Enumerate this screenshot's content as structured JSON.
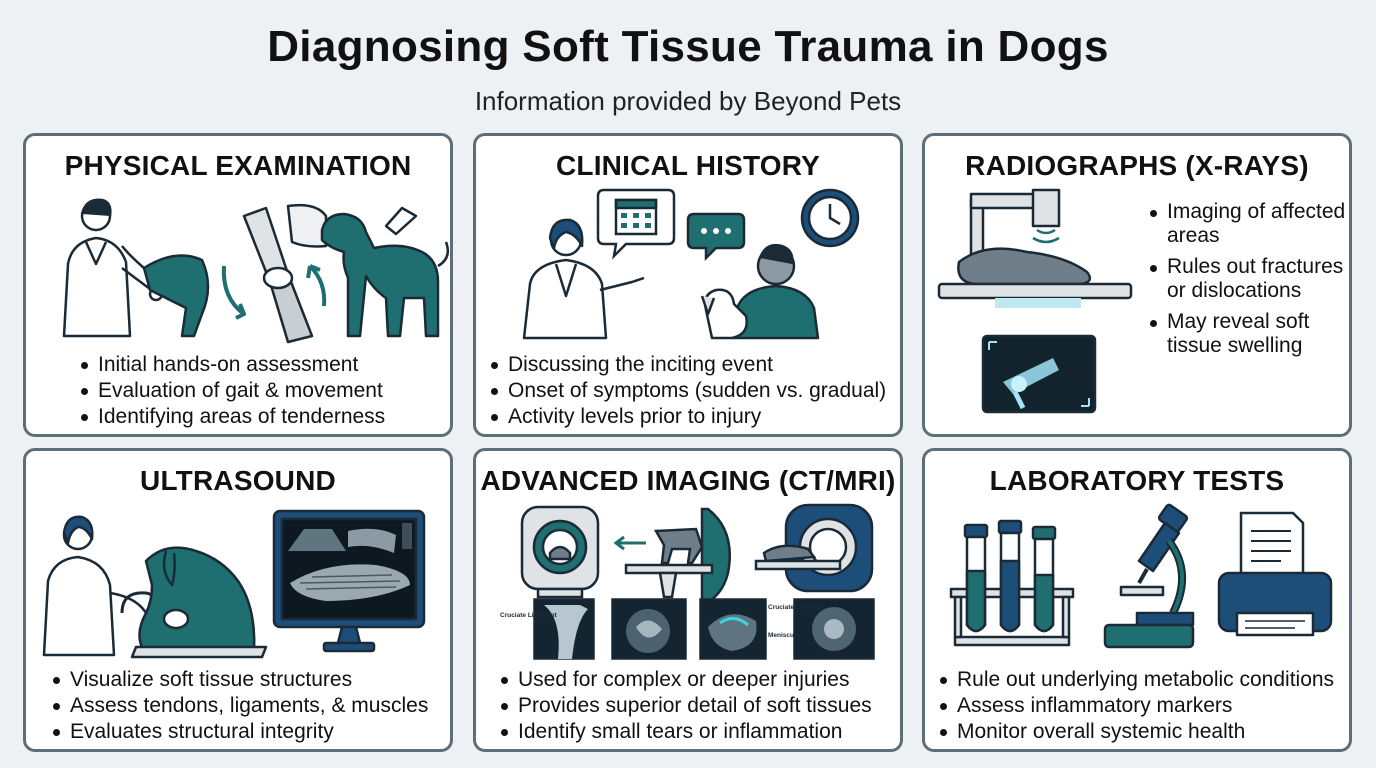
{
  "header": {
    "title": "Diagnosing Soft Tissue Trauma in Dogs",
    "subtitle": "Information provided by Beyond Pets"
  },
  "colors": {
    "teal": "#1f6e70",
    "navy": "#1d4e7a",
    "outline": "#1a2a36",
    "border": "#5e6e78",
    "background": "#eef1f3"
  },
  "panels": {
    "physical": {
      "title": "PHYSICAL EXAMINATION",
      "icons": [
        "veterinarian-icon",
        "knee-joint-icon",
        "dog-icon"
      ],
      "bullets": [
        "Initial hands-on assessment",
        "Evaluation of gait & movement",
        "Identifying areas of tenderness"
      ]
    },
    "history": {
      "title": "CLINICAL HISTORY",
      "icons": [
        "veterinarian-icon",
        "calendar-icon",
        "chat-bubble-icon",
        "clock-icon",
        "owner-with-puppy-icon"
      ],
      "bullets": [
        "Discussing the inciting event",
        "Onset of symptoms (sudden vs. gradual)",
        "Activity levels prior to injury"
      ]
    },
    "radiographs": {
      "title": "RADIOGRAPHS (X-RAYS)",
      "icons": [
        "xray-machine-icon",
        "monitor-icon"
      ],
      "bullets": [
        "Imaging of affected areas",
        "Rules out fractures or dislocations",
        "May reveal soft tissue swelling"
      ]
    },
    "ultrasound": {
      "title": "ULTRASOUND",
      "icons": [
        "veterinarian-icon",
        "dog-icon",
        "ultrasound-monitor-icon"
      ],
      "bullets": [
        "Visualize soft tissue structures",
        "Assess tendons, ligaments, & muscles",
        "Evaluates structural integrity"
      ]
    },
    "advanced": {
      "title": "ADVANCED IMAGING (CT/MRI)",
      "icons": [
        "ct-scanner-icon",
        "mri-scanner-icon",
        "scan-image-icon"
      ],
      "scan_labels": [
        "Cruciate Ligament",
        "Cruciate Ligament",
        "Meniscus"
      ],
      "bullets": [
        "Used for complex or deeper injuries",
        "Provides superior detail of soft tissues",
        "Identify small tears or inflammation"
      ]
    },
    "laboratory": {
      "title": "LABORATORY TESTS",
      "icons": [
        "test-tubes-icon",
        "microscope-icon",
        "printer-icon"
      ],
      "bullets": [
        "Rule out underlying metabolic conditions",
        "Assess inflammatory markers",
        "Monitor overall systemic health"
      ]
    }
  }
}
